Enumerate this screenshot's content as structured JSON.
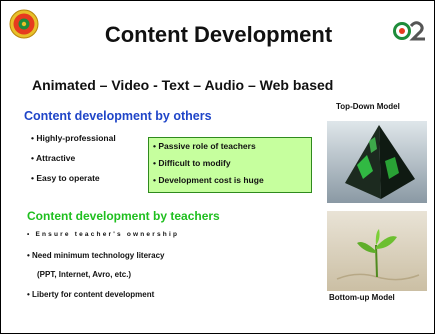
{
  "title": "Content Development",
  "subtitle": "Animated – Video - Text – Audio – Web based",
  "section_others": {
    "heading": "Content development by others",
    "bullets": [
      "• Highly-professional",
      "• Attractive",
      "• Easy to operate"
    ]
  },
  "green_box": {
    "items": [
      "• Passive role of teachers",
      "• Difficult to modify",
      "• Development cost is huge"
    ]
  },
  "section_teachers": {
    "heading": "Content development by teachers",
    "bullets": [
      "• Ensure teacher's ownership",
      "• Need minimum technology literacy",
      "(PPT, Internet, Avro, etc.)",
      "• Liberty for content development"
    ]
  },
  "models": {
    "top_label": "Top-Down Model",
    "bottom_label": "Bottom-up Model"
  },
  "colors": {
    "heading_blue": "#1f45c8",
    "heading_green": "#1fbf1f",
    "box_fill": "#c6ff9e"
  },
  "icons": {
    "left_logo": "government-seal-logo",
    "right_logo": "a2i-logo"
  }
}
